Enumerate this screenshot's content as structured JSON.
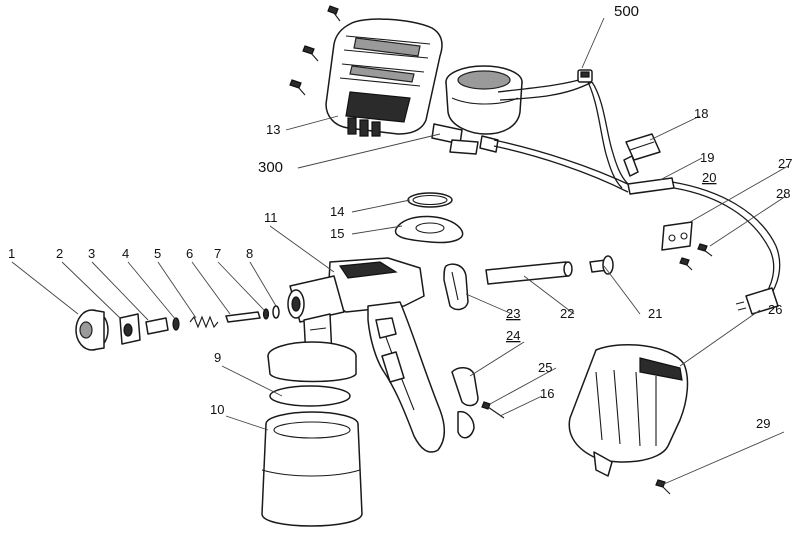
{
  "callouts": [
    {
      "id": "1",
      "text": "1"
    },
    {
      "id": "2",
      "text": "2"
    },
    {
      "id": "3",
      "text": "3"
    },
    {
      "id": "4",
      "text": "4"
    },
    {
      "id": "5",
      "text": "5"
    },
    {
      "id": "6",
      "text": "6"
    },
    {
      "id": "7",
      "text": "7"
    },
    {
      "id": "8",
      "text": "8"
    },
    {
      "id": "9",
      "text": "9"
    },
    {
      "id": "10",
      "text": "10"
    },
    {
      "id": "11",
      "text": "11"
    },
    {
      "id": "13",
      "text": "13"
    },
    {
      "id": "14",
      "text": "14"
    },
    {
      "id": "15",
      "text": "15"
    },
    {
      "id": "16",
      "text": "16"
    },
    {
      "id": "18",
      "text": "18"
    },
    {
      "id": "19",
      "text": "19"
    },
    {
      "id": "20",
      "text": "20"
    },
    {
      "id": "21",
      "text": "21"
    },
    {
      "id": "22",
      "text": "22"
    },
    {
      "id": "23",
      "text": "23"
    },
    {
      "id": "24",
      "text": "24"
    },
    {
      "id": "25",
      "text": "25"
    },
    {
      "id": "26",
      "text": "26"
    },
    {
      "id": "27",
      "text": "27"
    },
    {
      "id": "28",
      "text": "28"
    },
    {
      "id": "29",
      "text": "29"
    },
    {
      "id": "300",
      "text": "300"
    },
    {
      "id": "500",
      "text": "500"
    }
  ]
}
